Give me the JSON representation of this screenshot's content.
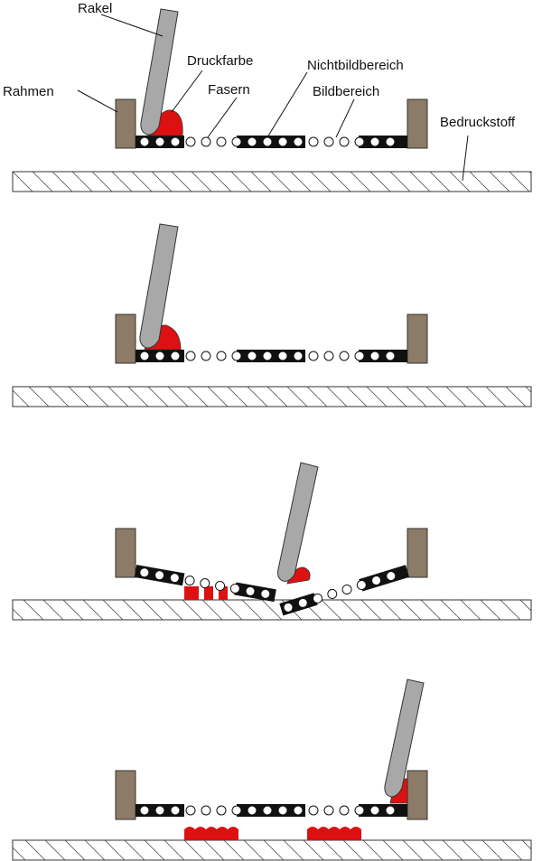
{
  "labels": {
    "rakel": "Rakel",
    "druckfarbe": "Druckfarbe",
    "nichtbildbereich": "Nichtbildbereich",
    "rahmen": "Rahmen",
    "fasern": "Fasern",
    "bildbereich": "Bildbereich",
    "bedruckstoff": "Bedruckstoff"
  },
  "colors": {
    "frame": "#8c7b66",
    "ink": "#dd1111",
    "blade": "#a8a8a8",
    "mesh": "#111111",
    "fiber": "#ffffff",
    "substrate_hatch": "#444444"
  },
  "panels": [
    {
      "step": 1,
      "state": "squeegee at left, ink pool, screen resting above substrate"
    },
    {
      "step": 2,
      "state": "squeegee pushing ink at left edge"
    },
    {
      "step": 3,
      "state": "squeegee mid-stroke pressing screen onto substrate, ink transferred through left image area"
    },
    {
      "step": 4,
      "state": "squeegee at right edge, printed ink deposits on substrate under both image areas"
    }
  ]
}
